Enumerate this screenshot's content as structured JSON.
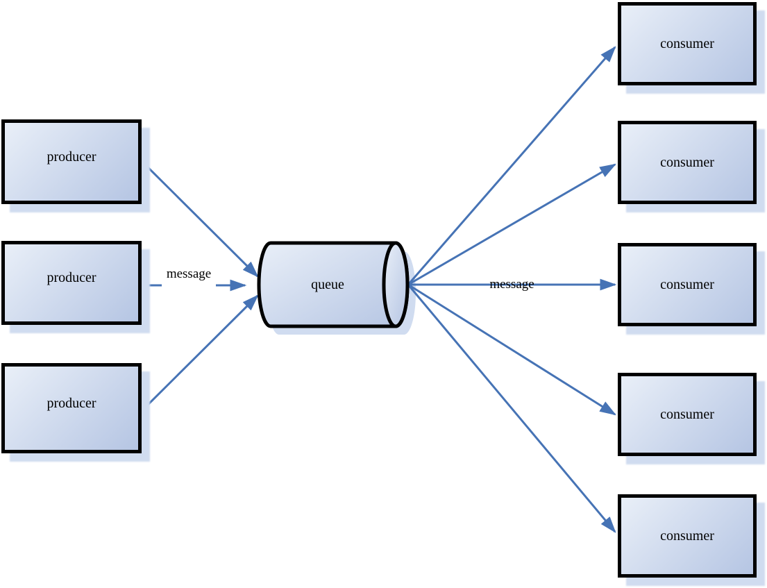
{
  "producers": [
    {
      "label": "producer"
    },
    {
      "label": "producer"
    },
    {
      "label": "producer"
    }
  ],
  "queue": {
    "label": "queue"
  },
  "consumers": [
    {
      "label": "consumer"
    },
    {
      "label": "consumer"
    },
    {
      "label": "consumer"
    },
    {
      "label": "consumer"
    },
    {
      "label": "consumer"
    }
  ],
  "messages": {
    "left": "message",
    "right": "message"
  },
  "colors": {
    "arrow": "#4673b5",
    "box_border": "#000000",
    "box_fill_light": "#e9eff8",
    "box_fill_dark": "#b5c5e3",
    "shadow": "#d0dcf0",
    "background": "#ffffff"
  }
}
